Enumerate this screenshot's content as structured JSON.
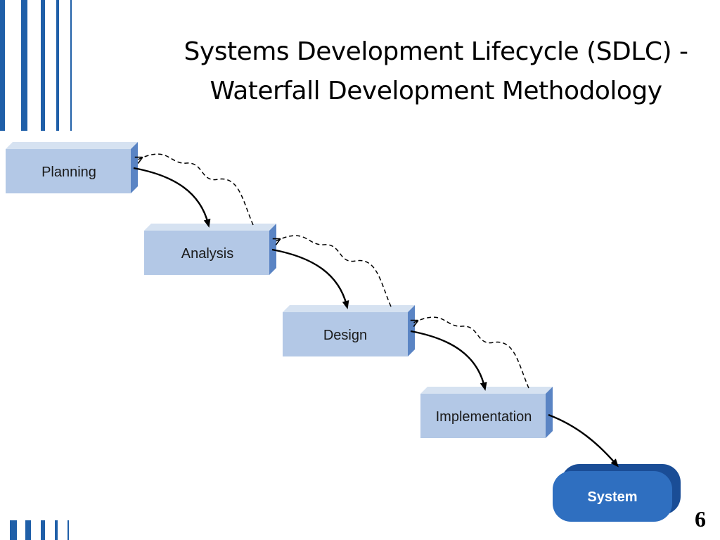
{
  "slide": {
    "title_line1": "Systems Development Lifecycle (SDLC) -",
    "title_line2": "Waterfall Development Methodology",
    "page_number": "6"
  },
  "diagram": {
    "stages": [
      {
        "id": "planning",
        "label": "Planning"
      },
      {
        "id": "analysis",
        "label": "Analysis"
      },
      {
        "id": "design",
        "label": "Design"
      },
      {
        "id": "implementation",
        "label": "Implementation"
      }
    ],
    "final": {
      "id": "system",
      "label": "System"
    }
  },
  "colors": {
    "accent": "#1f5fa8",
    "box_front": "#b3c8e6",
    "box_top": "#d6e2f1",
    "box_side": "#5a84c4",
    "system_front": "#2f6fc0",
    "system_side": "#1a4d96"
  }
}
